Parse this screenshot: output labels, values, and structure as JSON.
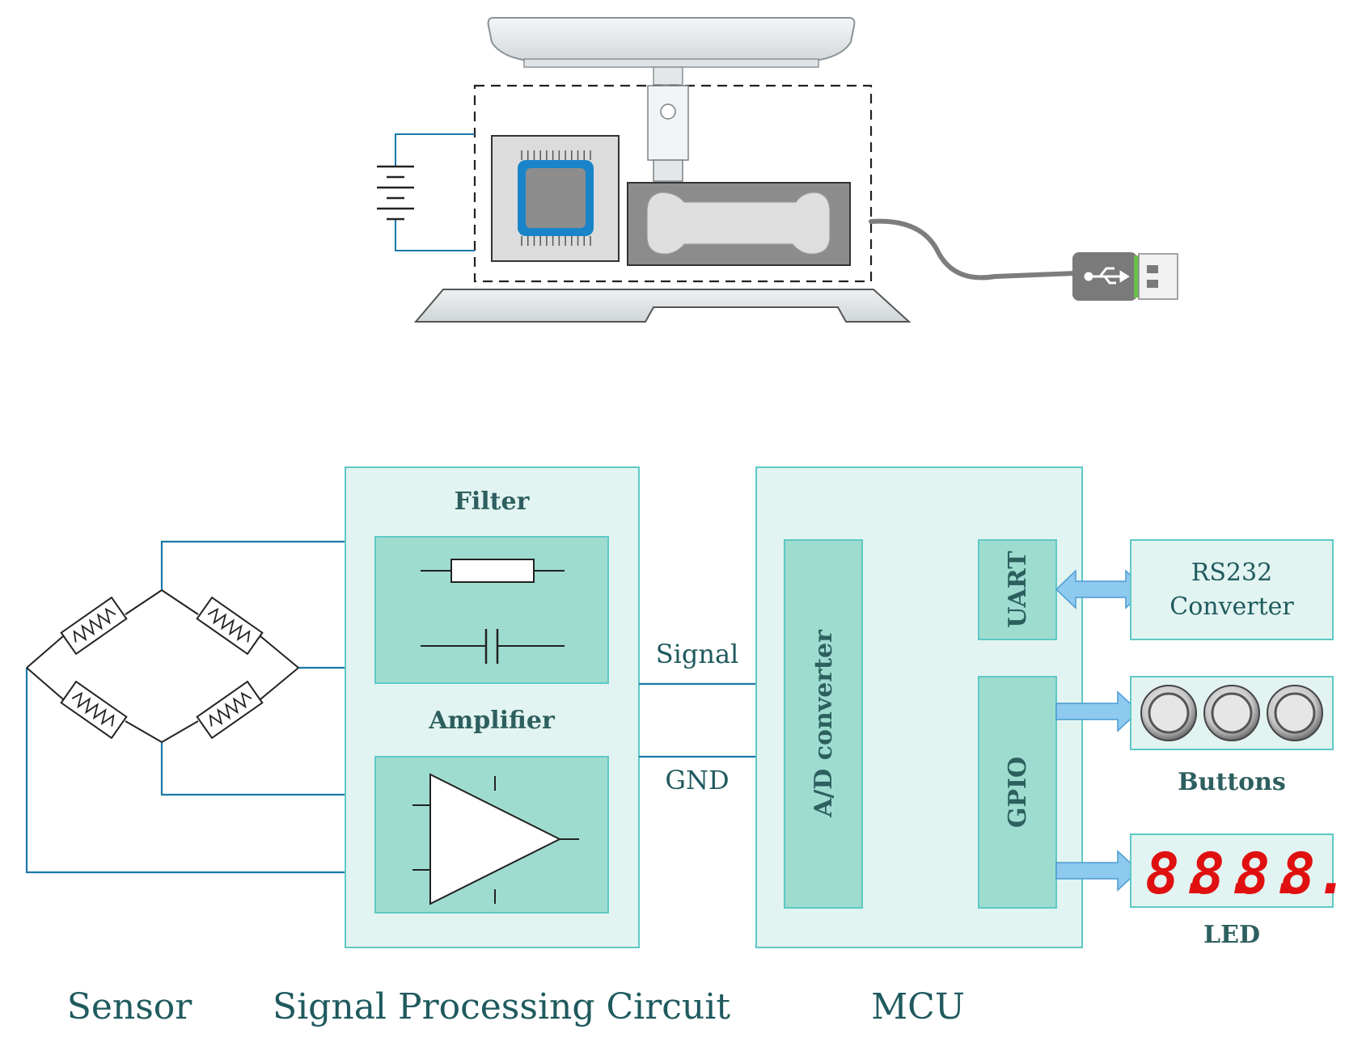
{
  "colors": {
    "panel_fill": "#e2f4f1",
    "panel_stroke": "#5ec9c5",
    "inner_fill": "#9edcd0",
    "wire": "#1a78a8",
    "arrow": "#8ec9ef",
    "led": "#e01010"
  },
  "icons": [
    "scale-icon",
    "battery-icon",
    "chip-icon",
    "load-cell-icon",
    "usb-plug-icon",
    "usb-symbol-icon",
    "resistor-icon",
    "capacitor-icon",
    "amplifier-icon",
    "push-button-icon",
    "seven-segment-display-icon"
  ],
  "signal_processing": {
    "filter_label": "Filter",
    "amplifier_label": "Amplifier"
  },
  "wires": {
    "signal_label": "Signal",
    "gnd_label": "GND"
  },
  "mcu": {
    "adc_label": "A/D converter",
    "uart_label": "UART",
    "gpio_label": "GPIO"
  },
  "peripherals": {
    "rs232_line1": "RS232",
    "rs232_line2": "Converter",
    "buttons_label": "Buttons",
    "led_label": "LED",
    "led_digits": [
      "8.",
      "8.",
      "8.",
      "8."
    ]
  },
  "sections": {
    "sensor": "Sensor",
    "signal_processing_circuit": "Signal Processing Circuit",
    "mcu": "MCU"
  }
}
